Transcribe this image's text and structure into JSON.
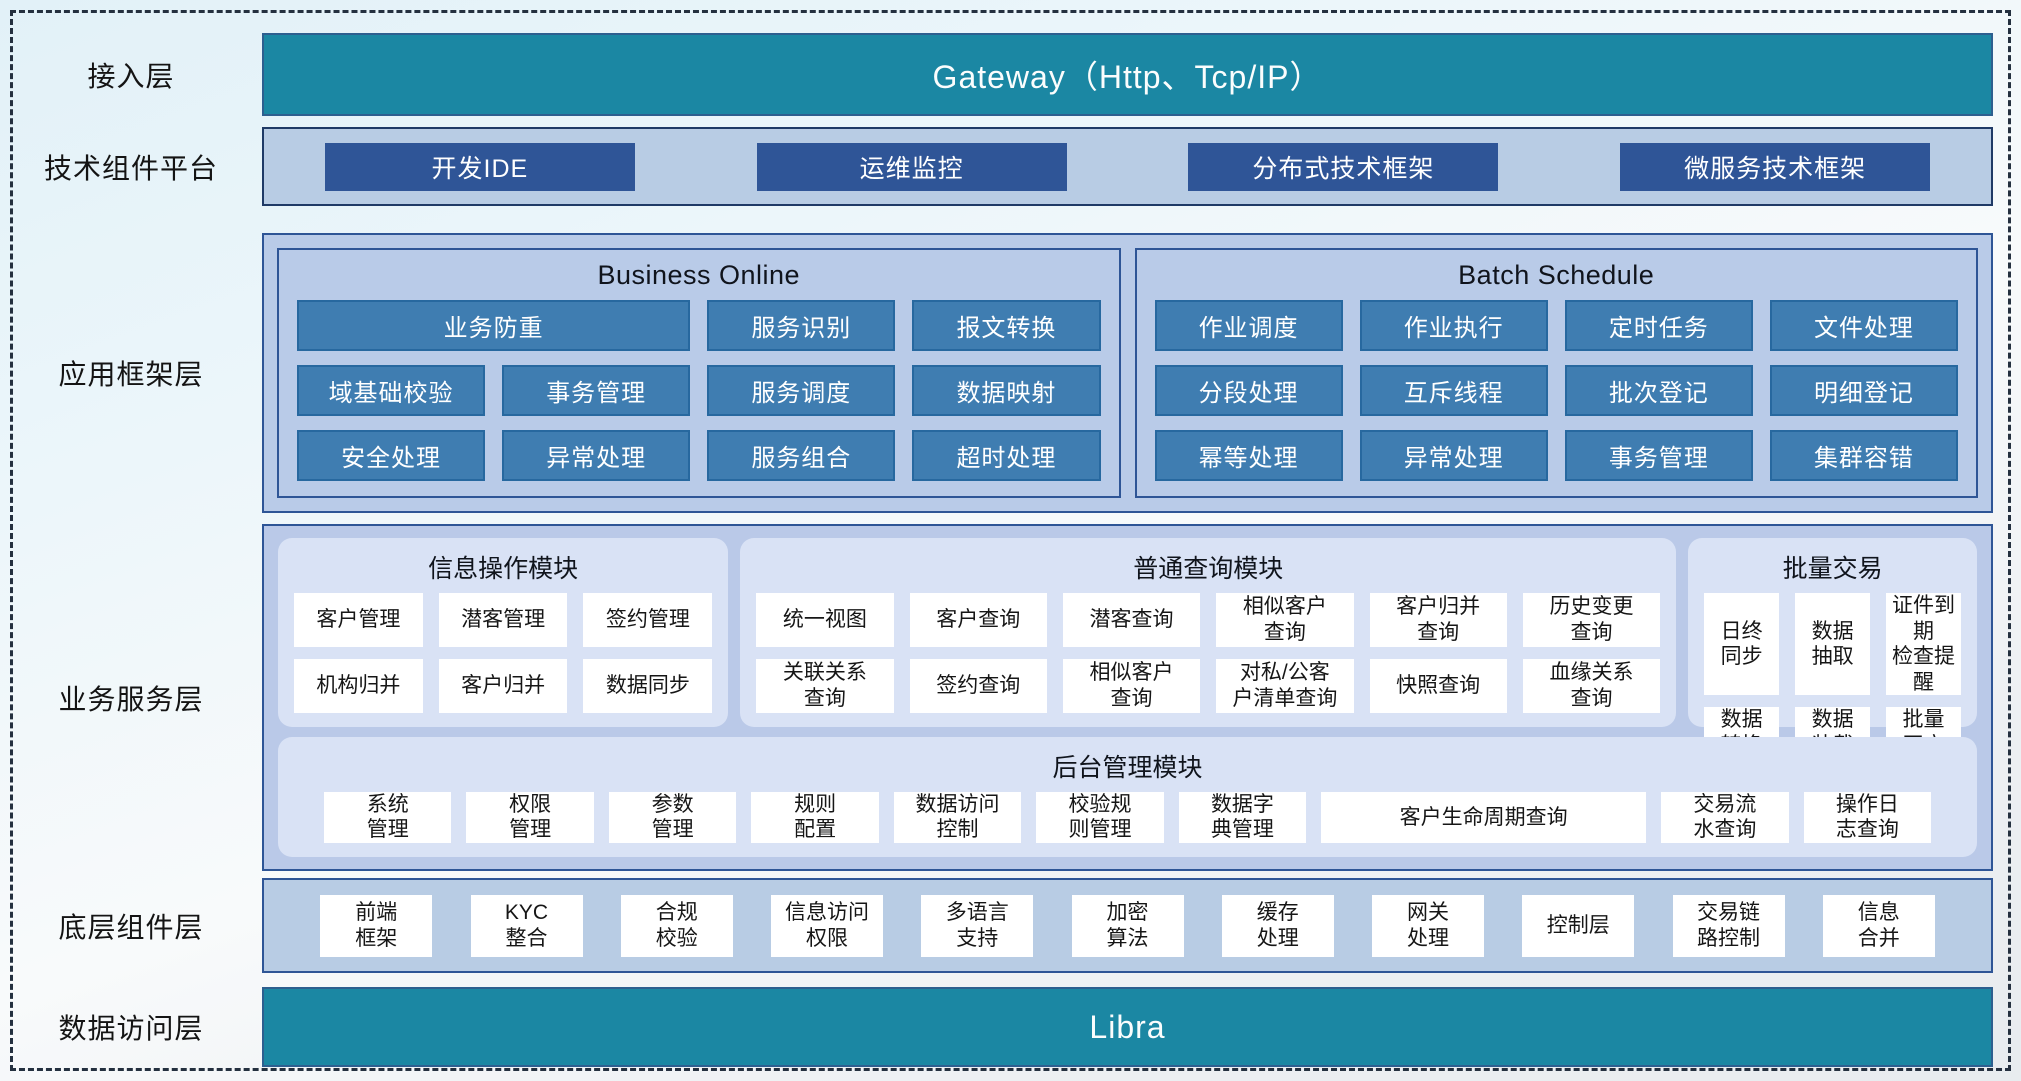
{
  "colors": {
    "teal": "#1b87a3",
    "dark_blue_button": "#2f5597",
    "framework_button": "#3f7db1",
    "band_fill": "#b8cce4",
    "container_fill": "#b9cbe8",
    "module_fill": "#d9e2f5",
    "border_navy": "#2e5596"
  },
  "layers": {
    "access": {
      "label": "接入层",
      "bar_text": "Gateway（Http、Tcp/IP）"
    },
    "tech": {
      "label": "技术组件平台",
      "items": [
        "开发IDE",
        "运维监控",
        "分布式技术框架",
        "微服务技术框架"
      ]
    },
    "framework": {
      "label": "应用框架层",
      "panels": [
        {
          "title": "Business Online",
          "rows": [
            [
              "业务防重",
              "服务识别",
              "报文转换"
            ],
            [
              "域基础校验",
              "事务管理",
              "服务调度",
              "数据映射"
            ],
            [
              "安全处理",
              "异常处理",
              "服务组合",
              "超时处理"
            ]
          ]
        },
        {
          "title": "Batch Schedule",
          "rows": [
            [
              "作业调度",
              "作业执行",
              "定时任务",
              "文件处理"
            ],
            [
              "分段处理",
              "互斥线程",
              "批次登记",
              "明细登记"
            ],
            [
              "幂等处理",
              "异常处理",
              "事务管理",
              "集群容错"
            ]
          ]
        }
      ]
    },
    "service": {
      "label": "业务服务层",
      "info_module": {
        "title": "信息操作模块",
        "items": [
          "客户管理",
          "潜客管理",
          "签约管理",
          "机构归并",
          "客户归并",
          "数据同步"
        ]
      },
      "query_module": {
        "title": "普通查询模块",
        "items": [
          "统一视图",
          "客户查询",
          "潜客查询",
          "相似客户\n查询",
          "客户归并\n查询",
          "历史变更\n查询",
          "关联关系\n查询",
          "签约查询",
          "相似客户\n查询",
          "对私/公客\n户清单查询",
          "快照查询",
          "血缘关系\n查询"
        ]
      },
      "batch_module": {
        "title": "批量交易",
        "items": [
          "日终\n同步",
          "数据\n抽取",
          "证件到期\n检查提醒",
          "数据\n转换",
          "数据\n装载",
          "批量\n开户"
        ]
      },
      "admin_module": {
        "title": "后台管理模块",
        "items": [
          "系统\n管理",
          "权限\n管理",
          "参数\n管理",
          "规则\n配置",
          "数据访问\n控制",
          "校验规\n则管理",
          "数据字\n典管理",
          "客户生命周期查询",
          "交易流\n水查询",
          "操作日\n志查询"
        ]
      }
    },
    "base": {
      "label": "底层组件层",
      "items": [
        "前端\n框架",
        "KYC\n整合",
        "合规\n校验",
        "信息访问\n权限",
        "多语言\n支持",
        "加密\n算法",
        "缓存\n处理",
        "网关\n处理",
        "控制层",
        "交易链\n路控制",
        "信息\n合并"
      ]
    },
    "data_access": {
      "label": "数据访问层",
      "bar_text": "Libra"
    }
  }
}
